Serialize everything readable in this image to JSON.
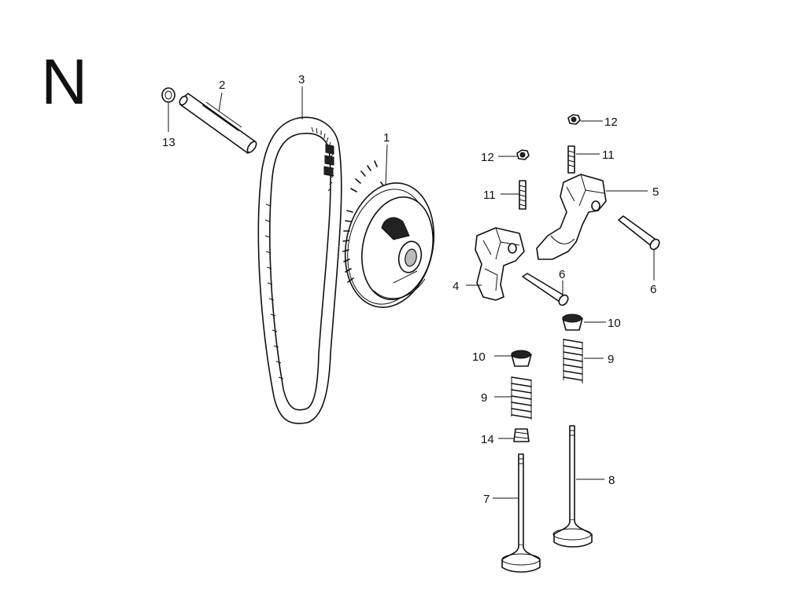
{
  "section_letter": "N",
  "callouts": {
    "c1": "1",
    "c2": "2",
    "c3": "3",
    "c4": "4",
    "c5": "5",
    "c6a": "6",
    "c6b": "6",
    "c7": "7",
    "c8": "8",
    "c9a": "9",
    "c9b": "9",
    "c10a": "10",
    "c10b": "10",
    "c11a": "11",
    "c11b": "11",
    "c12a": "12",
    "c12b": "12",
    "c13": "13",
    "c14": "14"
  },
  "colors": {
    "line": "#111111",
    "background": "#ffffff"
  }
}
